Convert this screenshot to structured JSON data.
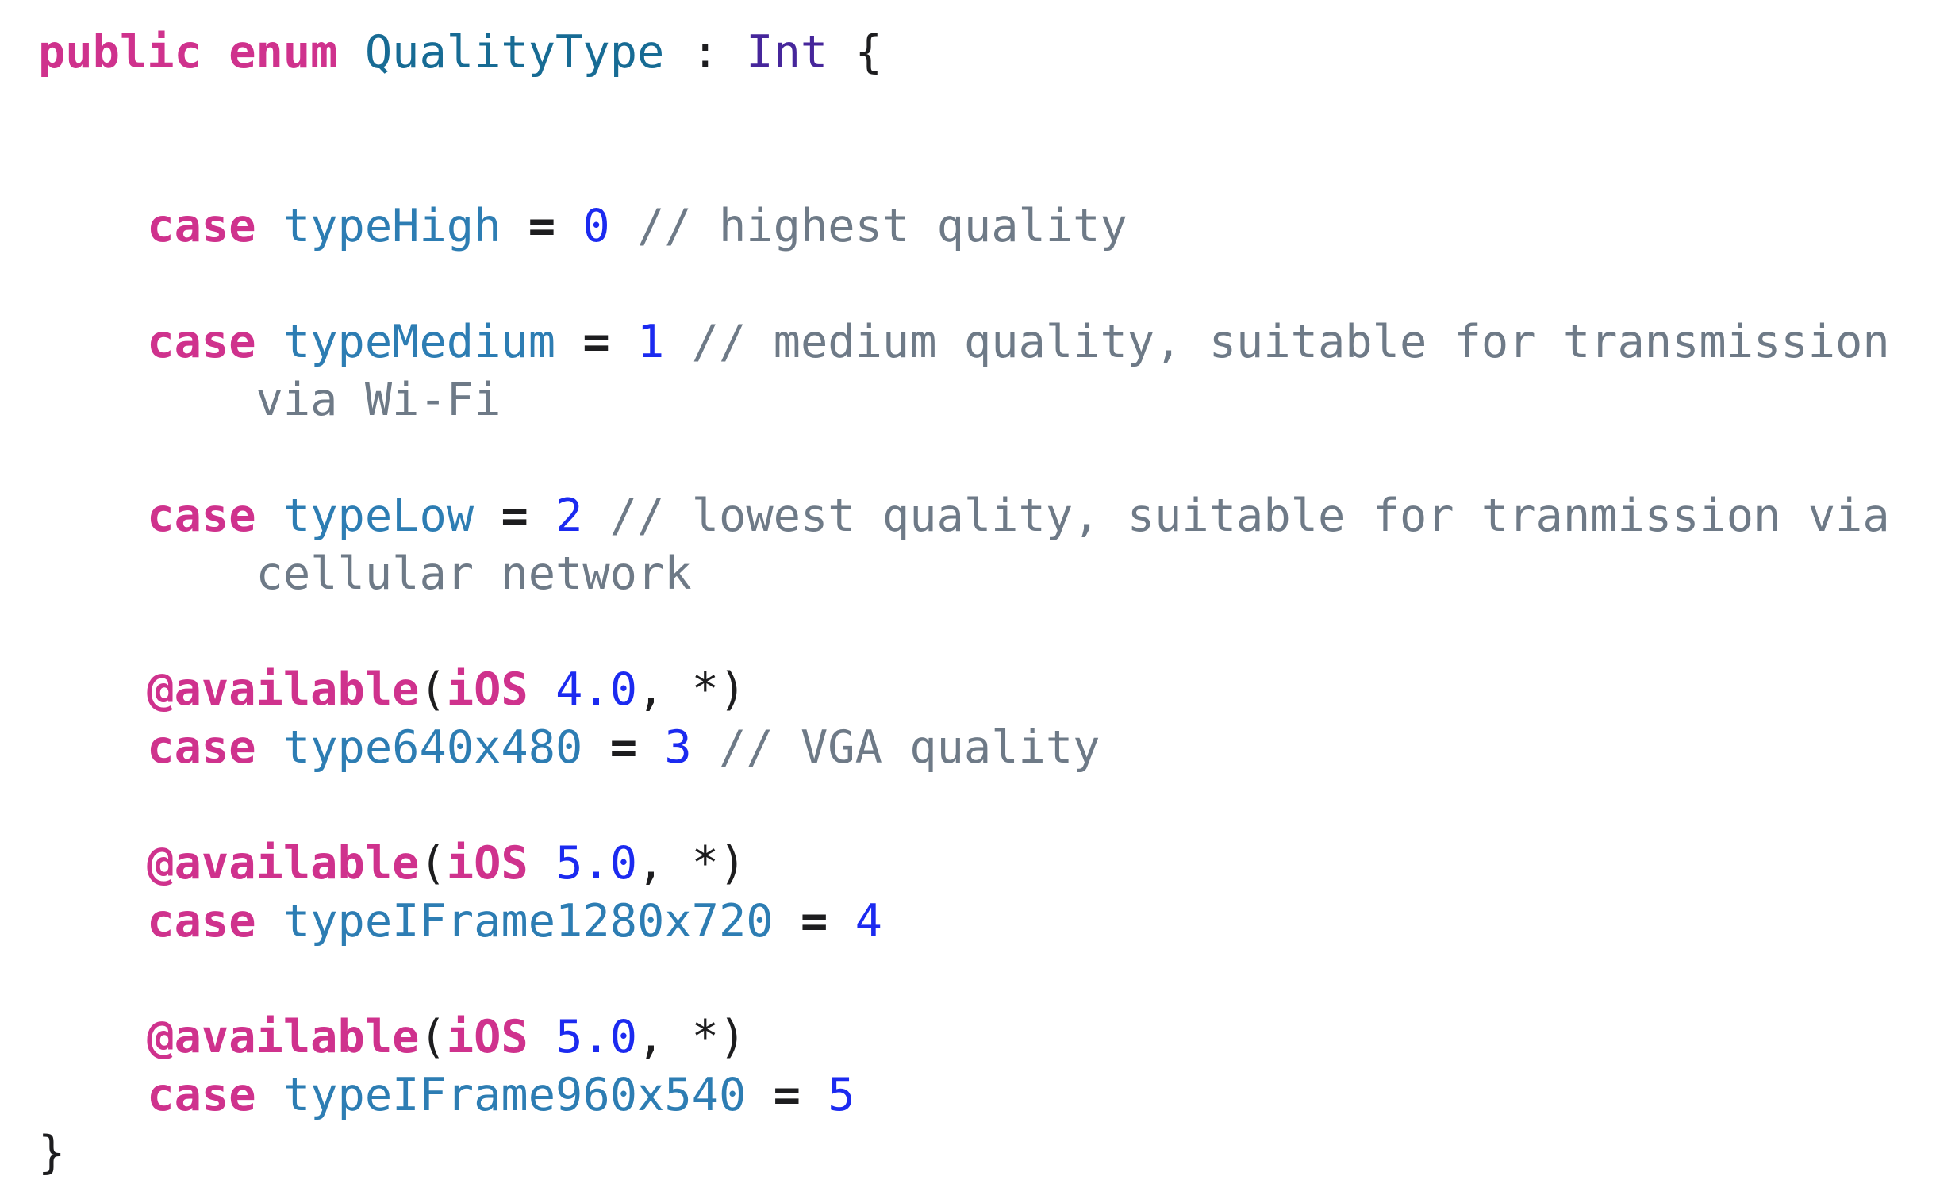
{
  "code": {
    "language": "swift",
    "palette": {
      "keyword": {
        "color": "#cf328d",
        "bold": true
      },
      "typename": {
        "color": "#176b94",
        "bold": false
      },
      "member": {
        "color": "#2d7db3",
        "bold": false
      },
      "typelink": {
        "color": "#46269b",
        "bold": false
      },
      "number": {
        "color": "#1b2af0",
        "bold": false
      },
      "comment": {
        "color": "#6e7a87",
        "bold": false
      },
      "op": {
        "color": "#1d1d1f",
        "bold": true
      },
      "plain": {
        "color": "#1d1d1f",
        "bold": false
      }
    },
    "lines": [
      {
        "tokens": [
          {
            "text": "public",
            "type": "keyword"
          },
          {
            "text": " ",
            "type": "plain"
          },
          {
            "text": "enum",
            "type": "keyword"
          },
          {
            "text": " ",
            "type": "plain"
          },
          {
            "text": "QualityType",
            "type": "typename"
          },
          {
            "text": " : ",
            "type": "plain"
          },
          {
            "text": "Int",
            "type": "typelink"
          },
          {
            "text": " {",
            "type": "plain"
          }
        ]
      },
      {
        "tokens": []
      },
      {
        "tokens": []
      },
      {
        "tokens": [
          {
            "text": "    ",
            "type": "plain"
          },
          {
            "text": "case",
            "type": "keyword"
          },
          {
            "text": " ",
            "type": "plain"
          },
          {
            "text": "typeHigh",
            "type": "member"
          },
          {
            "text": " ",
            "type": "plain"
          },
          {
            "text": "=",
            "type": "op"
          },
          {
            "text": " ",
            "type": "plain"
          },
          {
            "text": "0",
            "type": "number"
          },
          {
            "text": " ",
            "type": "plain"
          },
          {
            "text": "// highest quality",
            "type": "comment"
          }
        ]
      },
      {
        "tokens": []
      },
      {
        "tokens": [
          {
            "text": "    ",
            "type": "plain"
          },
          {
            "text": "case",
            "type": "keyword"
          },
          {
            "text": " ",
            "type": "plain"
          },
          {
            "text": "typeMedium",
            "type": "member"
          },
          {
            "text": " ",
            "type": "plain"
          },
          {
            "text": "=",
            "type": "op"
          },
          {
            "text": " ",
            "type": "plain"
          },
          {
            "text": "1",
            "type": "number"
          },
          {
            "text": " ",
            "type": "plain"
          },
          {
            "text": "// medium quality, suitable for transmission",
            "type": "comment"
          }
        ]
      },
      {
        "tokens": [
          {
            "text": "        ",
            "type": "plain"
          },
          {
            "text": "via Wi-Fi",
            "type": "comment"
          }
        ]
      },
      {
        "tokens": []
      },
      {
        "tokens": [
          {
            "text": "    ",
            "type": "plain"
          },
          {
            "text": "case",
            "type": "keyword"
          },
          {
            "text": " ",
            "type": "plain"
          },
          {
            "text": "typeLow",
            "type": "member"
          },
          {
            "text": " ",
            "type": "plain"
          },
          {
            "text": "=",
            "type": "op"
          },
          {
            "text": " ",
            "type": "plain"
          },
          {
            "text": "2",
            "type": "number"
          },
          {
            "text": " ",
            "type": "plain"
          },
          {
            "text": "// lowest quality, suitable for tranmission via",
            "type": "comment"
          }
        ]
      },
      {
        "tokens": [
          {
            "text": "        ",
            "type": "plain"
          },
          {
            "text": "cellular network",
            "type": "comment"
          }
        ]
      },
      {
        "tokens": []
      },
      {
        "tokens": [
          {
            "text": "    ",
            "type": "plain"
          },
          {
            "text": "@available",
            "type": "keyword"
          },
          {
            "text": "(",
            "type": "plain"
          },
          {
            "text": "iOS",
            "type": "keyword"
          },
          {
            "text": " ",
            "type": "plain"
          },
          {
            "text": "4.0",
            "type": "number"
          },
          {
            "text": ", *)",
            "type": "plain"
          }
        ]
      },
      {
        "tokens": [
          {
            "text": "    ",
            "type": "plain"
          },
          {
            "text": "case",
            "type": "keyword"
          },
          {
            "text": " ",
            "type": "plain"
          },
          {
            "text": "type640x480",
            "type": "member"
          },
          {
            "text": " ",
            "type": "plain"
          },
          {
            "text": "=",
            "type": "op"
          },
          {
            "text": " ",
            "type": "plain"
          },
          {
            "text": "3",
            "type": "number"
          },
          {
            "text": " ",
            "type": "plain"
          },
          {
            "text": "// VGA quality",
            "type": "comment"
          }
        ]
      },
      {
        "tokens": []
      },
      {
        "tokens": [
          {
            "text": "    ",
            "type": "plain"
          },
          {
            "text": "@available",
            "type": "keyword"
          },
          {
            "text": "(",
            "type": "plain"
          },
          {
            "text": "iOS",
            "type": "keyword"
          },
          {
            "text": " ",
            "type": "plain"
          },
          {
            "text": "5.0",
            "type": "number"
          },
          {
            "text": ", *)",
            "type": "plain"
          }
        ]
      },
      {
        "tokens": [
          {
            "text": "    ",
            "type": "plain"
          },
          {
            "text": "case",
            "type": "keyword"
          },
          {
            "text": " ",
            "type": "plain"
          },
          {
            "text": "typeIFrame1280x720",
            "type": "member"
          },
          {
            "text": " ",
            "type": "plain"
          },
          {
            "text": "=",
            "type": "op"
          },
          {
            "text": " ",
            "type": "plain"
          },
          {
            "text": "4",
            "type": "number"
          }
        ]
      },
      {
        "tokens": []
      },
      {
        "tokens": [
          {
            "text": "    ",
            "type": "plain"
          },
          {
            "text": "@available",
            "type": "keyword"
          },
          {
            "text": "(",
            "type": "plain"
          },
          {
            "text": "iOS",
            "type": "keyword"
          },
          {
            "text": " ",
            "type": "plain"
          },
          {
            "text": "5.0",
            "type": "number"
          },
          {
            "text": ", *)",
            "type": "plain"
          }
        ]
      },
      {
        "tokens": [
          {
            "text": "    ",
            "type": "plain"
          },
          {
            "text": "case",
            "type": "keyword"
          },
          {
            "text": " ",
            "type": "plain"
          },
          {
            "text": "typeIFrame960x540",
            "type": "member"
          },
          {
            "text": " ",
            "type": "plain"
          },
          {
            "text": "=",
            "type": "op"
          },
          {
            "text": " ",
            "type": "plain"
          },
          {
            "text": "5",
            "type": "number"
          }
        ]
      },
      {
        "tokens": [
          {
            "text": "}",
            "type": "plain"
          }
        ]
      }
    ]
  }
}
